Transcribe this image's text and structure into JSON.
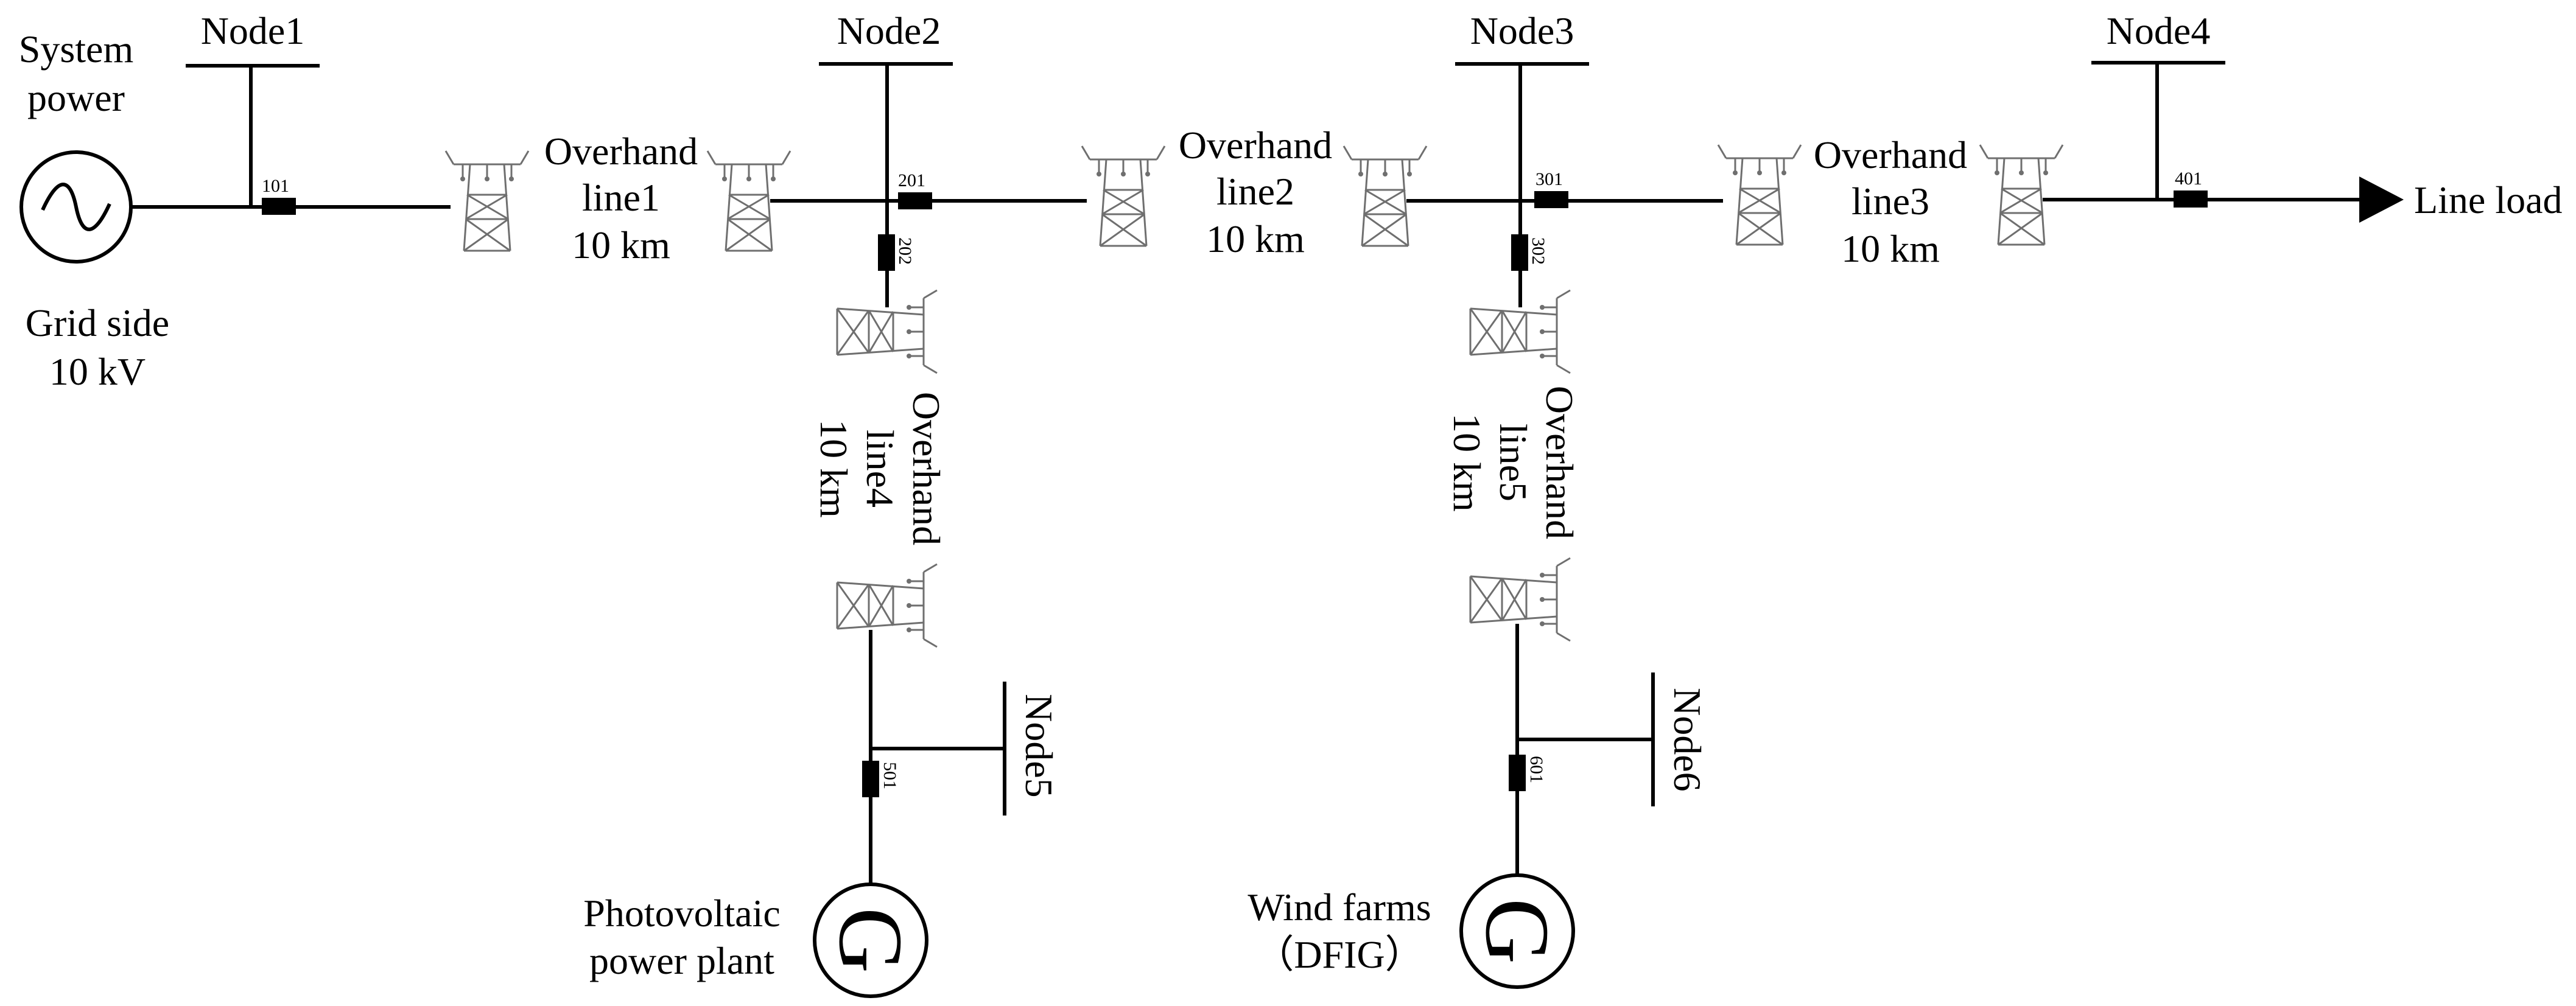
{
  "nodes": {
    "node1": "Node1",
    "node2": "Node2",
    "node3": "Node3",
    "node4": "Node4",
    "node5": "Node5",
    "node6": "Node6"
  },
  "source": {
    "title_line1": "System",
    "title_line2": "power",
    "side_line1": "Grid side",
    "side_line2": "10 kV"
  },
  "lines": {
    "line1": [
      "Overhand",
      "line1",
      "10 km"
    ],
    "line2": [
      "Overhand",
      "line2",
      "10 km"
    ],
    "line3": [
      "Overhand",
      "line3",
      "10 km"
    ],
    "line4": [
      "Overhand",
      "line4",
      "10 km"
    ],
    "line5": [
      "Overhand",
      "line5",
      "10 km"
    ]
  },
  "breakers": {
    "b101": "101",
    "b201": "201",
    "b202": "202",
    "b301": "301",
    "b302": "302",
    "b401": "401",
    "b501": "501",
    "b601": "601"
  },
  "load": "Line load",
  "generators": {
    "pv_line1": "Photovoltaic",
    "pv_line2": "power plant",
    "wind_line1": "Wind farms",
    "wind_line2": "（DFIG）",
    "symbol": "G"
  }
}
